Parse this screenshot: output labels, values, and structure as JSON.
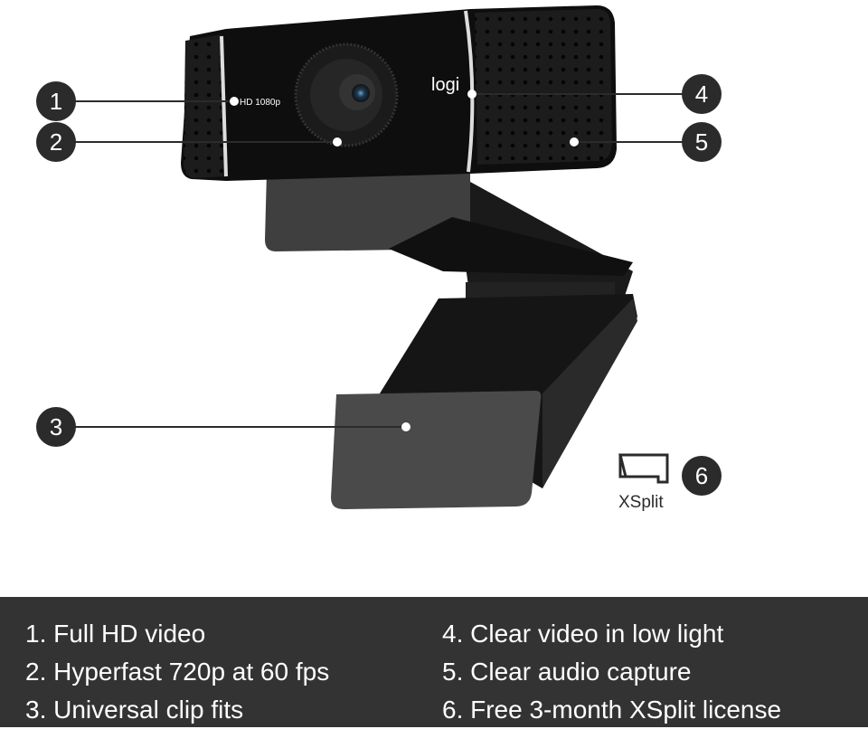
{
  "product": {
    "brand_logo": "logi",
    "front_label": "HD 1080p",
    "partner_logo": "XSplit"
  },
  "callouts": [
    "1",
    "2",
    "3",
    "4",
    "5",
    "6"
  ],
  "features": [
    "1. Full HD video",
    "2. Hyperfast 720p at 60 fps",
    "3. Universal clip fits",
    "4. Clear video in low light",
    "5. Clear audio capture",
    "6. Free 3-month XSplit license"
  ],
  "colors": {
    "panel": "#333333",
    "callout": "#2b2b2b",
    "body": "#111111"
  }
}
